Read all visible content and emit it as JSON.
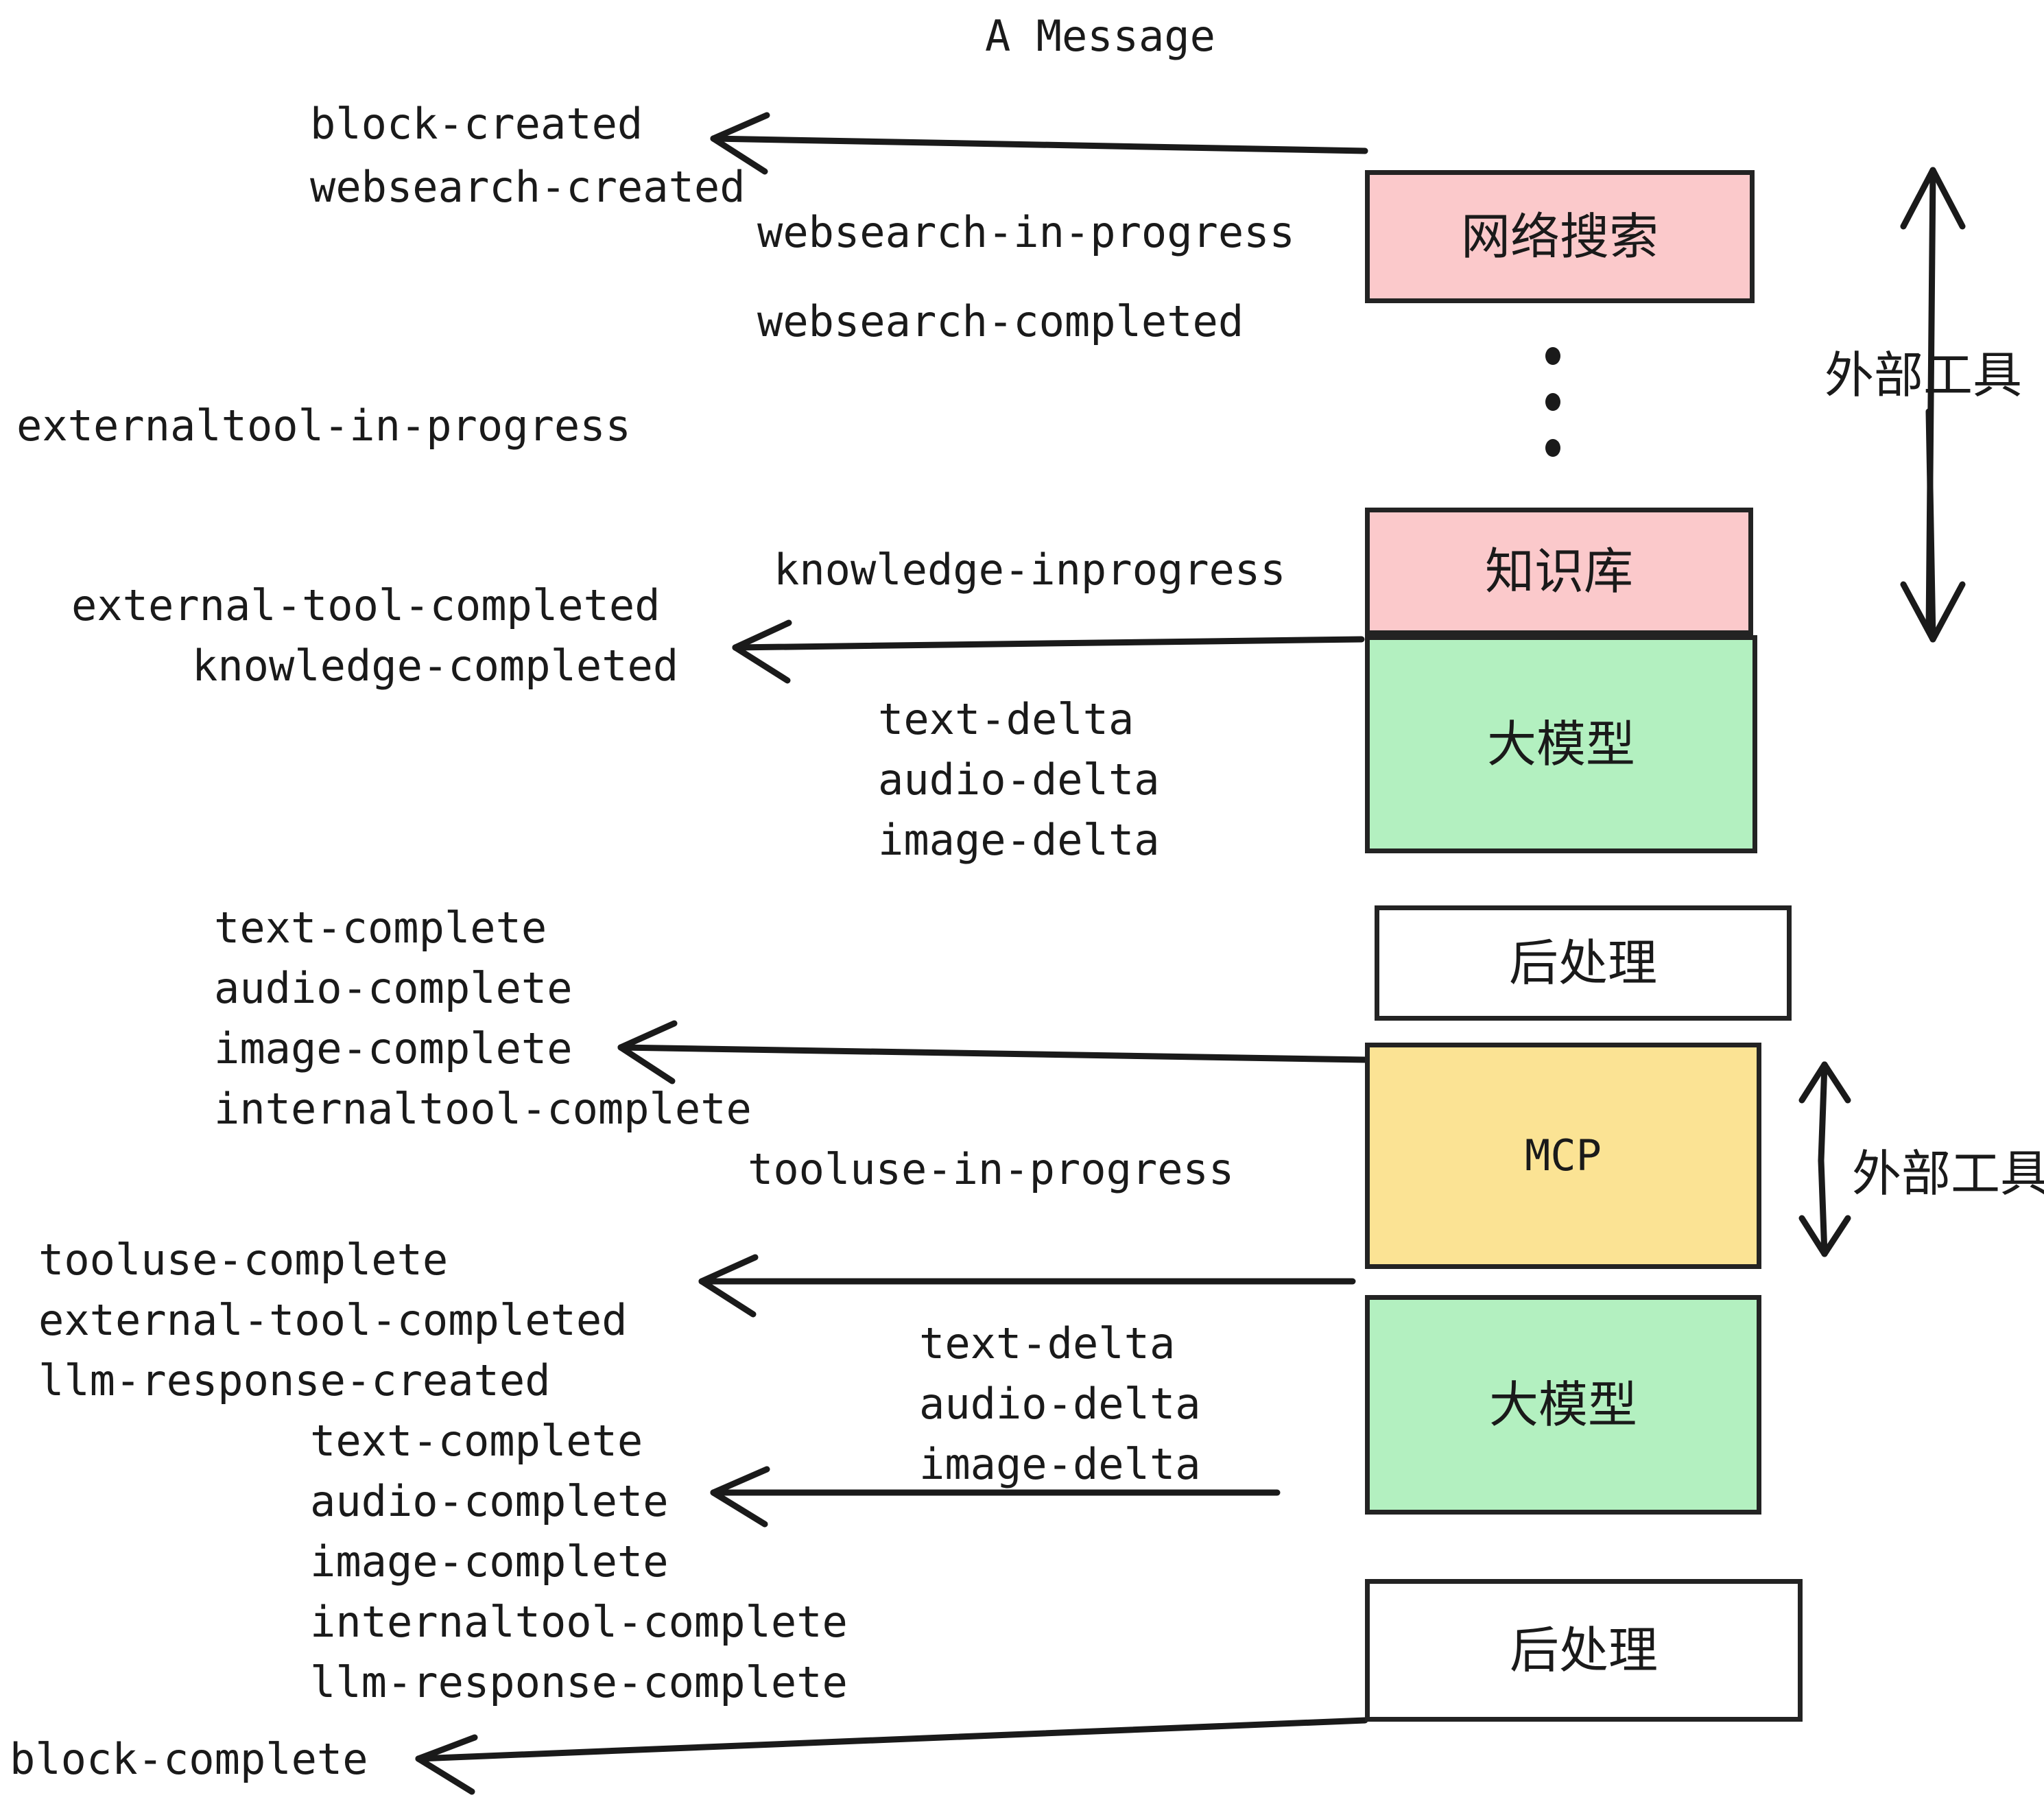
{
  "diagram": {
    "title": "A Message",
    "colors": {
      "pink": "#fbc9cb",
      "green": "#b3f0c0",
      "yellow": "#fbe394",
      "white": "#ffffff",
      "stroke": "#232323",
      "text": "#1a1a1a"
    },
    "nodes": [
      {
        "id": "websearch",
        "label": "网络搜索",
        "fill": "#fbc9cb"
      },
      {
        "id": "knowledge",
        "label": "知识库",
        "fill": "#fbc9cb"
      },
      {
        "id": "llm1",
        "label": "大模型",
        "fill": "#b3f0c0"
      },
      {
        "id": "post1",
        "label": "后处理",
        "fill": "#ffffff"
      },
      {
        "id": "mcp",
        "label": "MCP",
        "fill": "#fbe394"
      },
      {
        "id": "llm2",
        "label": "大模型",
        "fill": "#b3f0c0"
      },
      {
        "id": "post2",
        "label": "后处理",
        "fill": "#ffffff"
      }
    ],
    "side_labels": [
      {
        "id": "external-tools-top",
        "label": "外部工具"
      },
      {
        "id": "external-tools-bottom",
        "label": "外部工具"
      }
    ],
    "events": {
      "block_created": "block-created",
      "websearch_created": "websearch-created",
      "websearch_in_progress": "websearch-in-progress",
      "websearch_completed": "websearch-completed",
      "externaltool_in_progress": "externaltool-in-progress",
      "knowledge_inprogress": "knowledge-inprogress",
      "external_tool_completed_1": "external-tool-completed",
      "knowledge_completed": "knowledge-completed",
      "text_delta_1": "text-delta",
      "audio_delta_1": "audio-delta",
      "image_delta_1": "image-delta",
      "text_complete_1": "text-complete",
      "audio_complete_1": "audio-complete",
      "image_complete_1": "image-complete",
      "internaltool_complete_1": "internaltool-complete",
      "tooluse_in_progress": "tooluse-in-progress",
      "tooluse_complete": "tooluse-complete",
      "external_tool_completed_2": "external-tool-completed",
      "llm_response_created": "llm-response-created",
      "text_delta_2": "text-delta",
      "audio_delta_2": "audio-delta",
      "image_delta_2": "image-delta",
      "text_complete_2": "text-complete",
      "audio_complete_2": "audio-complete",
      "image_complete_2": "image-complete",
      "internaltool_complete_2": "internaltool-complete",
      "llm_response_complete": "llm-response-complete",
      "block_complete": "block-complete"
    }
  }
}
